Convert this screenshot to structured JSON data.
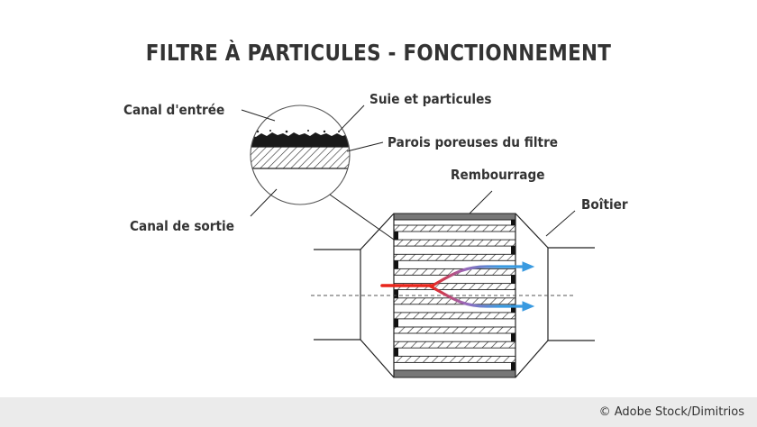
{
  "title": "FILTRE À PARTICULES - FONCTIONNEMENT",
  "labels": {
    "inlet_channel": "Canal d'entrée",
    "outlet_channel": "Canal de sortie",
    "soot": "Suie et particules",
    "porous_walls": "Parois poreuses du filtre",
    "padding": "Rembourrage",
    "housing": "Boîtier"
  },
  "colors": {
    "text": "#333333",
    "line": "#222222",
    "padding_fill": "#777777",
    "exhaust_in": "#e8261c",
    "filtered_out": "#3a9ae0",
    "footer_bg": "#ebebeb"
  },
  "credit": "© Adobe Stock/Dimitrios"
}
